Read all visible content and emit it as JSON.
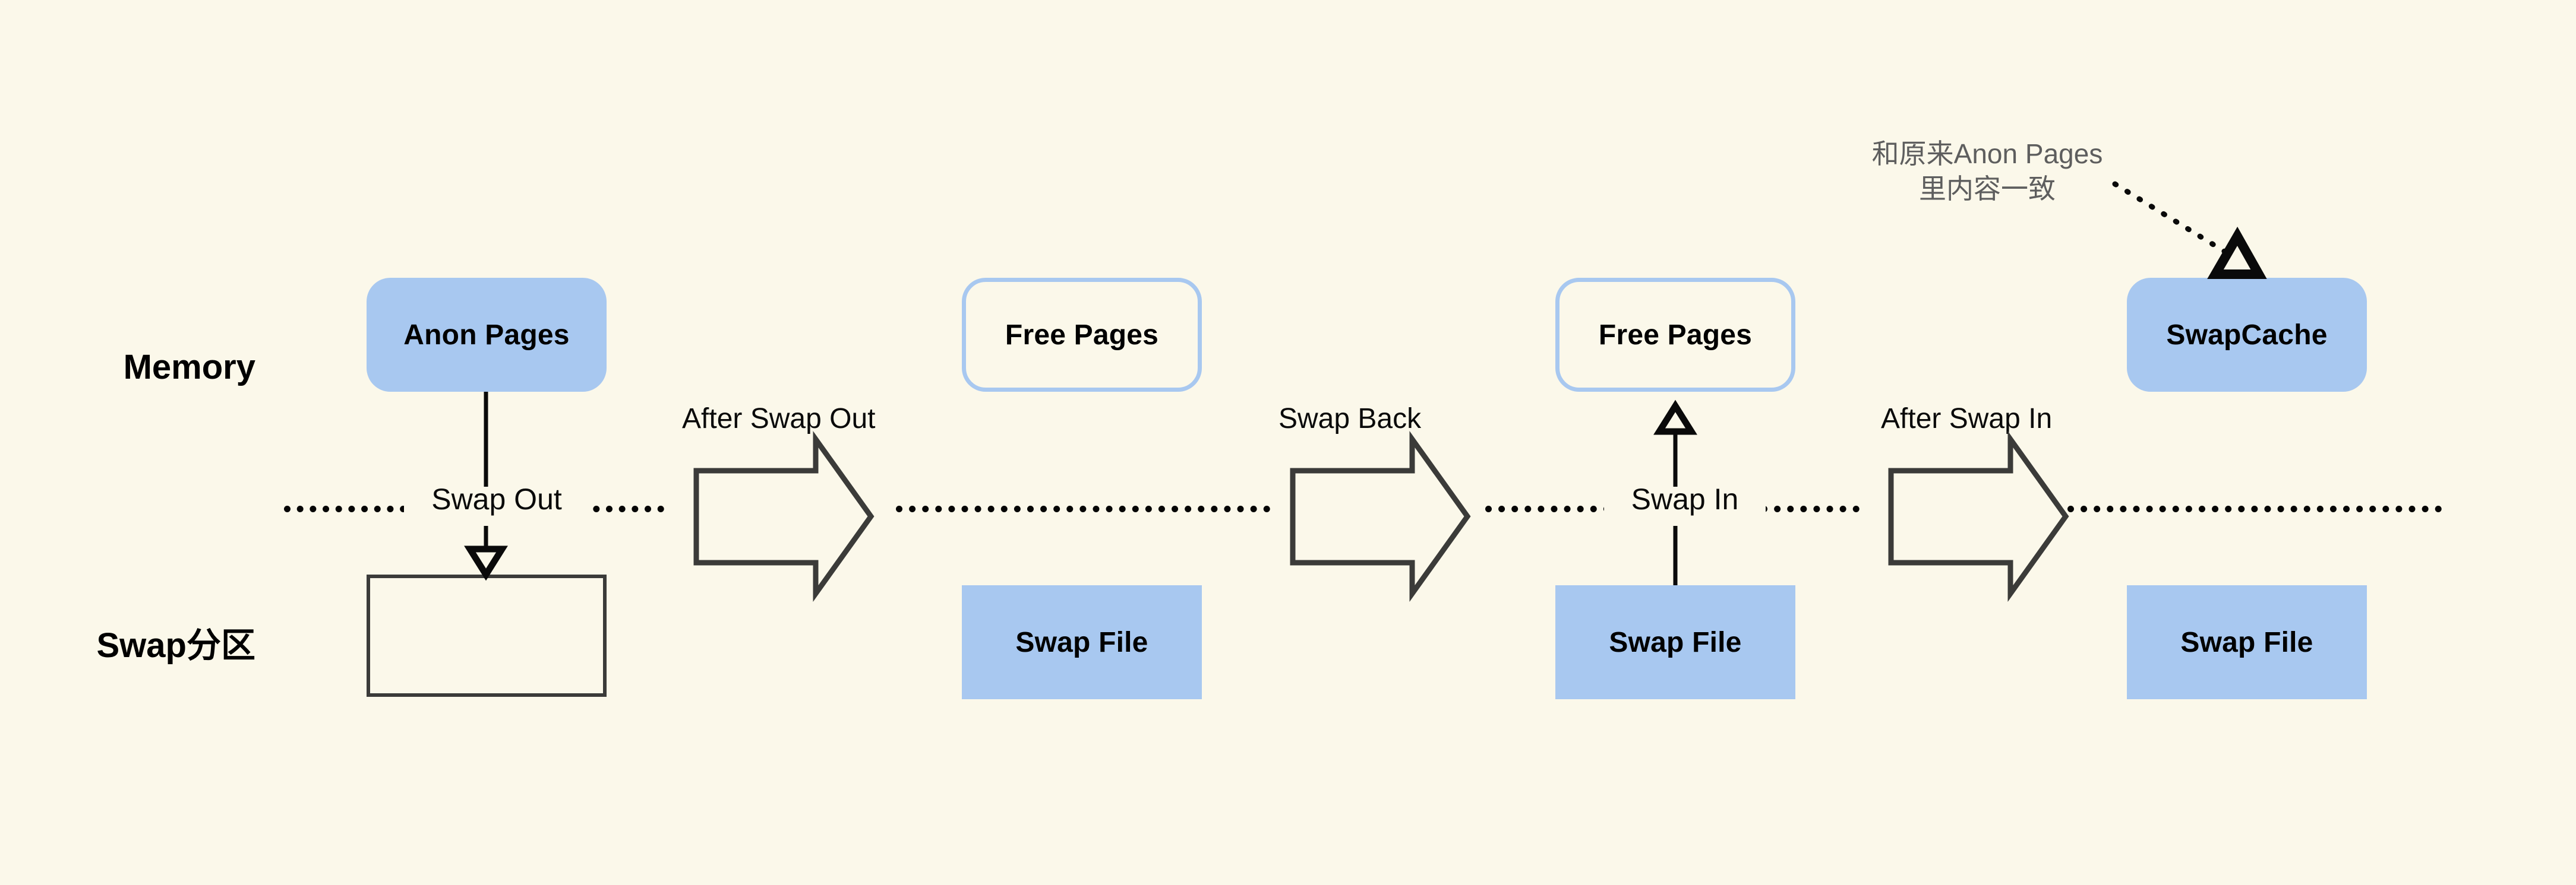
{
  "background_color": "#fbf8ea",
  "accent_color": "#a8c8f0",
  "stroke_color": "#3b3b39",
  "note_color": "#5e5e5e",
  "lanes": {
    "memory_label": "Memory",
    "swap_label": "Swap分区"
  },
  "stages": [
    {
      "id": "stage-1",
      "memory_node": {
        "label": "Anon Pages",
        "style": "filled-rounded"
      },
      "swap_node": {
        "label": "",
        "style": "plain-outline"
      },
      "flow_label": "Swap Out",
      "flow_direction": "down"
    },
    {
      "id": "stage-2",
      "transition_caption": "After Swap Out",
      "memory_node": {
        "label": "Free Pages",
        "style": "outlined-rounded"
      },
      "swap_node": {
        "label": "Swap File",
        "style": "filled-sharp"
      },
      "flow_label": "",
      "flow_direction": "none"
    },
    {
      "id": "stage-3",
      "transition_caption": "Swap Back",
      "memory_node": {
        "label": "Free Pages",
        "style": "outlined-rounded"
      },
      "swap_node": {
        "label": "Swap File",
        "style": "filled-sharp"
      },
      "flow_label": "Swap In",
      "flow_direction": "up"
    },
    {
      "id": "stage-4",
      "transition_caption": "After Swap In",
      "memory_node": {
        "label": "SwapCache",
        "style": "filled-rounded"
      },
      "swap_node": {
        "label": "Swap File",
        "style": "filled-sharp"
      },
      "flow_label": "",
      "flow_direction": "none"
    }
  ],
  "annotation": {
    "text": "和原来Anon Pages\n里内容一致",
    "points_to": "SwapCache"
  },
  "icons": {
    "block_arrow": "block-arrow-right-icon",
    "flow_arrow_down": "arrow-down-icon",
    "flow_arrow_up": "arrow-up-icon",
    "annotation_pointer": "dotted-arrow-icon"
  }
}
